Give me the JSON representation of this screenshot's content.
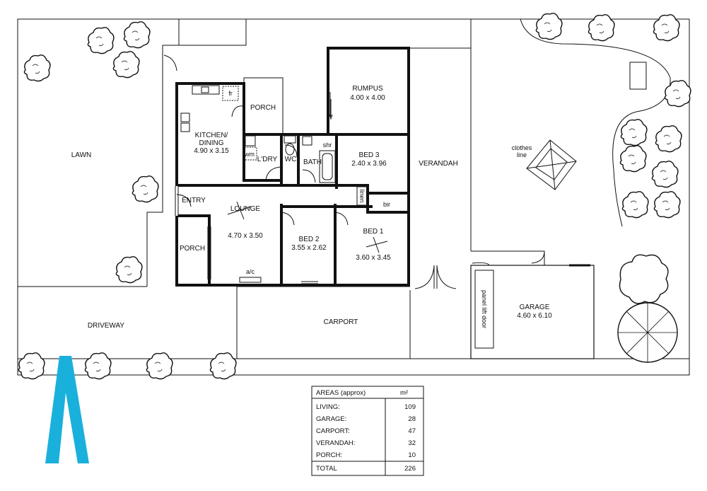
{
  "rooms": {
    "lawn": "LAWN",
    "driveway": "DRIVEWAY",
    "carport": "CARPORT",
    "verandah": "VERANDAH",
    "rumpus": "RUMPUS",
    "rumpus_size": "4.00 x 4.00",
    "kitchen": "KITCHEN/",
    "dining": "DINING",
    "kitchen_size": "4.90 x 3.15",
    "porch_top": "PORCH",
    "laundry": "L'DRY",
    "wc": "WC",
    "wm": "wm",
    "fr": "fr",
    "bath": "BATH",
    "shr": "shr",
    "bed3": "BED 3",
    "bed3_size": "2.40 x 3.96",
    "linen": "linen",
    "bir": "bir",
    "entry": "ENTRY",
    "lounge": "LOUNGE",
    "lounge_size": "4.70 x 3.50",
    "porch_left": "PORCH",
    "bed2": "BED 2",
    "bed2_size": "3.55 x 2.62",
    "bed1": "BED 1",
    "bed1_size": "3.60 x 3.45",
    "ac": "a/c",
    "clothes": "clothes",
    "line": "line",
    "garage": "GARAGE",
    "garage_size": "4.60 x 6.10",
    "panel_door": "panel lift door"
  },
  "areas": {
    "header": "AREAS (approx)",
    "unit": "m²",
    "rows": [
      {
        "label": "LIVING:",
        "value": "109"
      },
      {
        "label": "GARAGE:",
        "value": "28"
      },
      {
        "label": "CARPORT:",
        "value": "47"
      },
      {
        "label": "VERANDAH:",
        "value": "32"
      },
      {
        "label": "PORCH:",
        "value": "10"
      }
    ],
    "total_label": "TOTAL",
    "total_value": "226"
  },
  "colors": {
    "line": "#111111",
    "north_arrow": "#1ab0dc"
  }
}
